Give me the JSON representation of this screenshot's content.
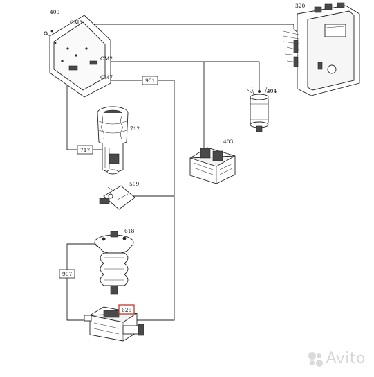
{
  "parts": {
    "p409": "409",
    "p320": "320",
    "p404": "404",
    "p403": "403",
    "p712": "712",
    "p509": "509",
    "p618": "618"
  },
  "connectors": {
    "cm3": "CM3",
    "cm2": "CM2",
    "cm7": "CM7"
  },
  "wire_boxes": {
    "w901": "901",
    "w717": "717",
    "w907": "907",
    "w625": "625"
  },
  "highlight_color": "#c0392b",
  "watermark": {
    "text": "Avito",
    "icon": "avito-dots-icon"
  }
}
